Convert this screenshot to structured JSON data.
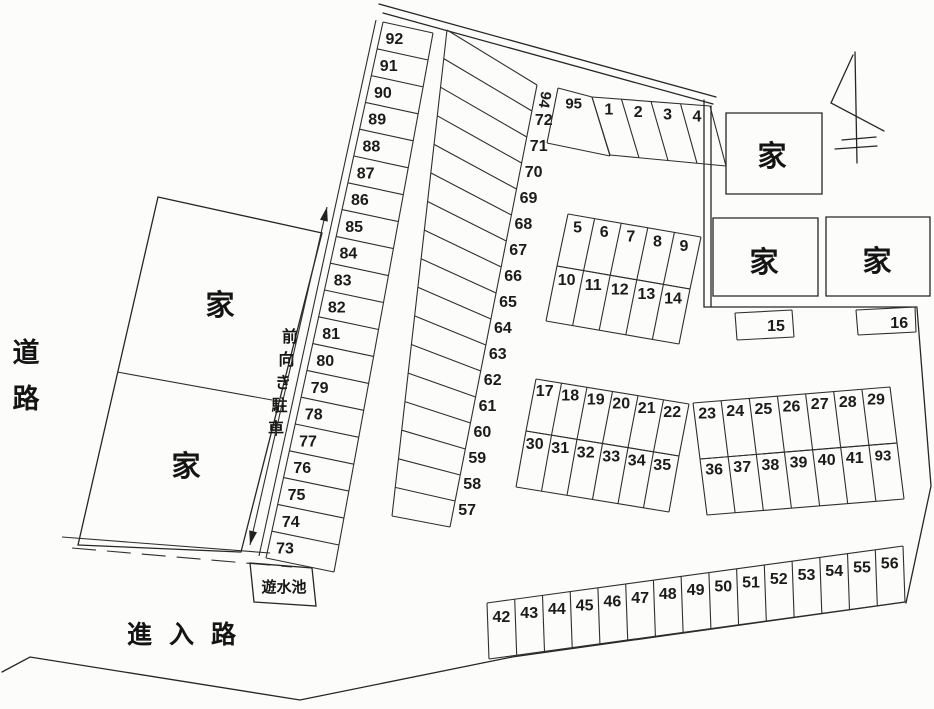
{
  "meta": {
    "ink_color": "#262626",
    "paper_color": "#fcfcfa",
    "diagram_type": "parking-lot-site-plan"
  },
  "labels": {
    "road_left": "道路",
    "entry_road": "進入路",
    "retention_pond": "遊水池",
    "front_parking_note": "前向き駐車",
    "house": "家"
  },
  "parking": {
    "left_column": [
      "92",
      "91",
      "90",
      "89",
      "88",
      "87",
      "86",
      "85",
      "84",
      "83",
      "82",
      "81",
      "80",
      "79",
      "78",
      "77",
      "76",
      "75",
      "74",
      "73"
    ],
    "middle_column_top": "94",
    "middle_column": [
      "72",
      "71",
      "70",
      "69",
      "68",
      "67",
      "66",
      "65",
      "64",
      "63",
      "62",
      "61",
      "60",
      "59",
      "58",
      "57"
    ],
    "top_row": [
      "95",
      "1",
      "2",
      "3",
      "4"
    ],
    "block_a_row1": [
      "5",
      "6",
      "7",
      "8",
      "9"
    ],
    "block_a_row2": [
      "10",
      "11",
      "12",
      "13",
      "14"
    ],
    "space_15": "15",
    "space_16": "16",
    "block_b_row1": [
      "17",
      "18",
      "19",
      "20",
      "21",
      "22"
    ],
    "block_b_row2": [
      "30",
      "31",
      "32",
      "33",
      "34",
      "35"
    ],
    "block_c_row1": [
      "23",
      "24",
      "25",
      "26",
      "27",
      "28",
      "29"
    ],
    "block_c_row2": [
      "36",
      "37",
      "38",
      "39",
      "40",
      "41",
      "93"
    ],
    "bottom_row": [
      "42",
      "43",
      "44",
      "45",
      "46",
      "47",
      "48",
      "49",
      "50",
      "51",
      "52",
      "53",
      "54",
      "55",
      "56"
    ]
  }
}
